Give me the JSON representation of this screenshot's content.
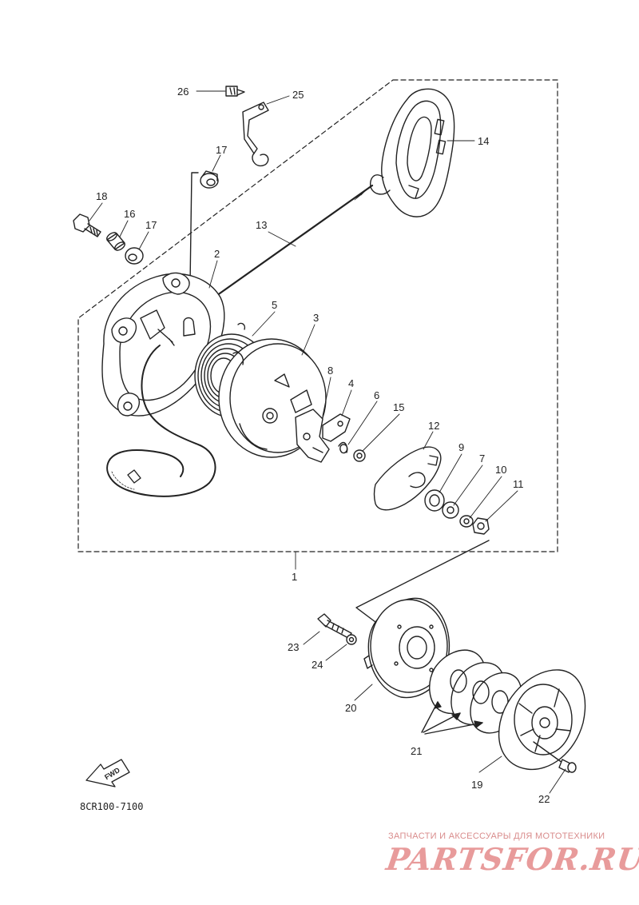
{
  "diagram": {
    "callouts": [
      {
        "id": "26",
        "label": "26"
      },
      {
        "id": "25",
        "label": "25"
      },
      {
        "id": "17a",
        "label": "17"
      },
      {
        "id": "14",
        "label": "14"
      },
      {
        "id": "18",
        "label": "18"
      },
      {
        "id": "16",
        "label": "16"
      },
      {
        "id": "17b",
        "label": "17"
      },
      {
        "id": "13",
        "label": "13"
      },
      {
        "id": "2",
        "label": "2"
      },
      {
        "id": "5",
        "label": "5"
      },
      {
        "id": "3",
        "label": "3"
      },
      {
        "id": "8",
        "label": "8"
      },
      {
        "id": "4",
        "label": "4"
      },
      {
        "id": "6",
        "label": "6"
      },
      {
        "id": "15",
        "label": "15"
      },
      {
        "id": "12",
        "label": "12"
      },
      {
        "id": "9",
        "label": "9"
      },
      {
        "id": "7",
        "label": "7"
      },
      {
        "id": "10",
        "label": "10"
      },
      {
        "id": "11",
        "label": "11"
      },
      {
        "id": "1",
        "label": "1"
      },
      {
        "id": "23",
        "label": "23"
      },
      {
        "id": "24",
        "label": "24"
      },
      {
        "id": "20",
        "label": "20"
      },
      {
        "id": "21",
        "label": "21"
      },
      {
        "id": "19",
        "label": "19"
      },
      {
        "id": "22",
        "label": "22"
      }
    ],
    "fwd_label": "FWD",
    "diagram_code": "8CR100-7100"
  },
  "watermark": {
    "tagline": "ЗАПЧАСТИ И АКСЕССУАРЫ ДЛЯ МОТОТЕХНИКИ",
    "logo_text": "PARTSFOR.RU",
    "color": "#d64a4a"
  }
}
